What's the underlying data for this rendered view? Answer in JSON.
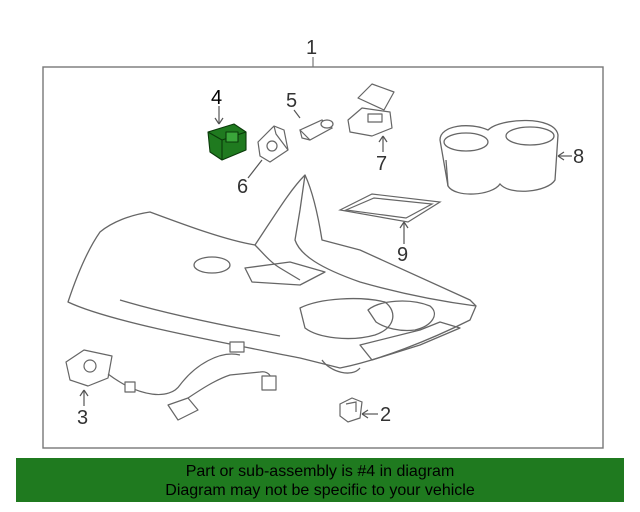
{
  "callouts": {
    "c1": "1",
    "c2": "2",
    "c3": "3",
    "c4": "4",
    "c5": "5",
    "c6": "6",
    "c7": "7",
    "c8": "8",
    "c9": "9"
  },
  "colors": {
    "line": "#666666",
    "fill": "#ffffff",
    "highlight": "#1f7a1f",
    "banner": "#1f7a1f"
  },
  "banner": {
    "line1": "Part or sub-assembly is #4 in diagram",
    "line2": "Diagram may not be specific to your vehicle"
  }
}
